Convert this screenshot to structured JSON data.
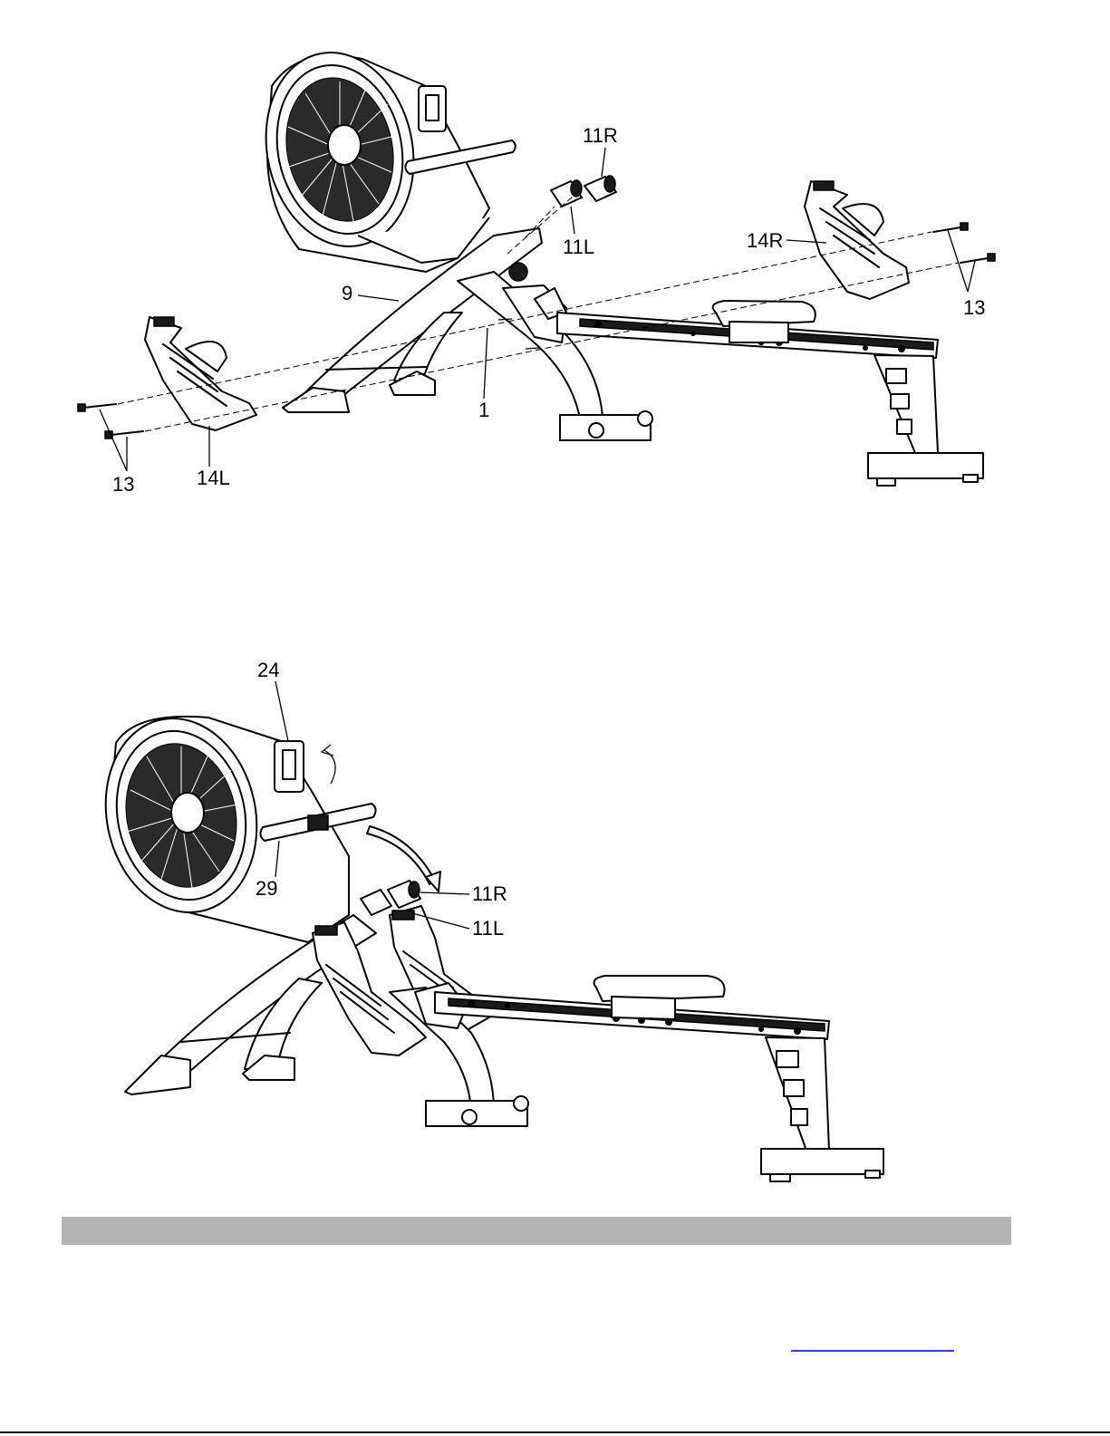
{
  "figure_top": {
    "labels": {
      "l11r": "11R",
      "l11l": "11L",
      "l14r": "14R",
      "l9": "9",
      "l13_right": "13",
      "l1": "1",
      "l13_left": "13",
      "l14l": "14L"
    }
  },
  "figure_bottom": {
    "labels": {
      "l24": "24",
      "l29": "29",
      "l11r": "11R",
      "l11l": "11L"
    }
  },
  "colors": {
    "section_band": "#b3b3b3",
    "link_underline": "#3b3bff",
    "ink": "#000000"
  }
}
